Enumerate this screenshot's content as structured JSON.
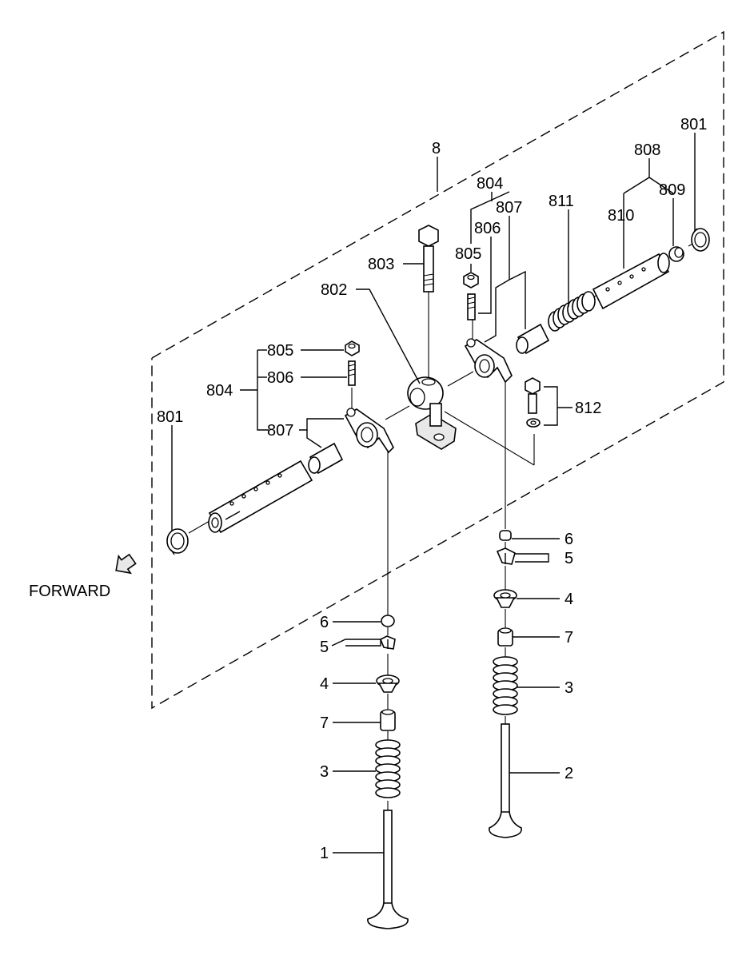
{
  "labels": {
    "assembly": "8",
    "snap_ring_left": "801",
    "snap_ring_right": "801",
    "rocker_bracket": "802",
    "bracket_bolt": "803",
    "rocker_arm_left": "804",
    "rocker_arm_right": "804",
    "lock_nut_left": "805",
    "lock_nut_right": "805",
    "adjust_screw_left": "806",
    "adjust_screw_right": "806",
    "bushing_left": "807",
    "bushing_right": "807",
    "rocker_shaft_assy": "808",
    "shaft_plug": "809",
    "rocker_shaft": "810",
    "shaft_spring": "811",
    "bolt_washer": "812",
    "forward": "FORWARD",
    "intake_valve": "1",
    "exhaust_valve": "2",
    "valve_spring_left": "3",
    "valve_spring_right": "3",
    "spring_retainer_left": "4",
    "spring_retainer_right": "4",
    "valve_cotter_left": "5",
    "valve_cotter_right": "5",
    "valve_cap_left": "6",
    "valve_cap_right": "6",
    "stem_seal_left": "7",
    "stem_seal_right": "7"
  },
  "icons": {
    "forward_arrow": "forward-arrow-icon"
  }
}
